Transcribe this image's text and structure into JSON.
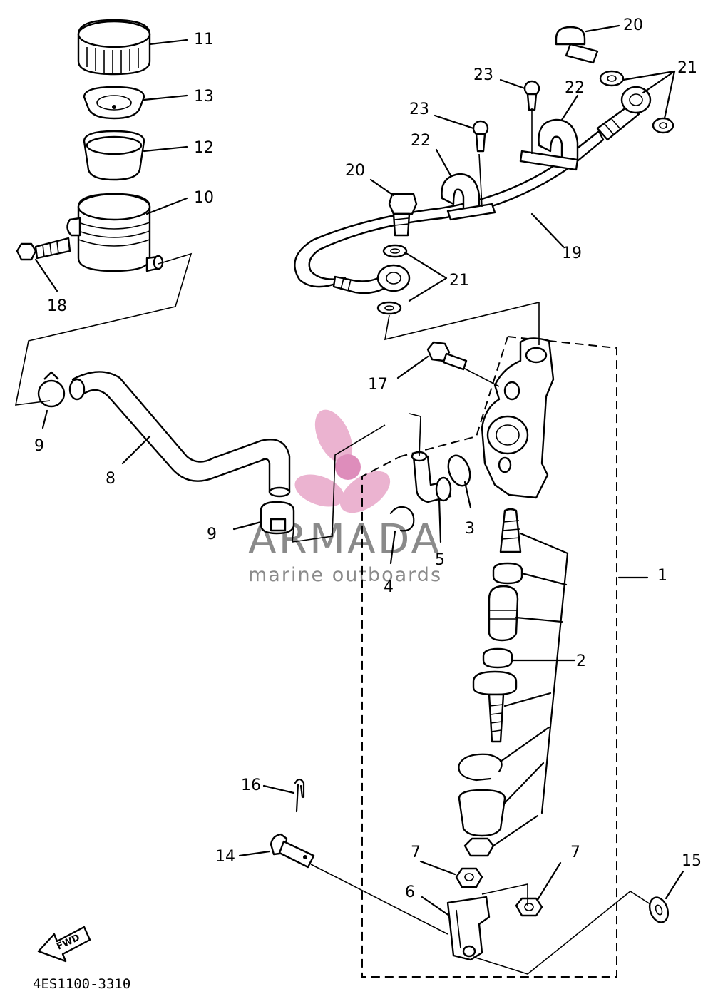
{
  "diagram": {
    "diagram_code": "4ES1100-3310",
    "fwd_label": "FWD"
  },
  "watermark": {
    "brand": "ARMADA",
    "tagline": "marine outboards",
    "accent_color": "#e8a6c8",
    "text_color": "#8a8a8a"
  },
  "callouts": {
    "c1": "1",
    "c2": "2",
    "c3": "3",
    "c4": "4",
    "c5": "5",
    "c6": "6",
    "c7a": "7",
    "c7b": "7",
    "c8": "8",
    "c9a": "9",
    "c9b": "9",
    "c10": "10",
    "c11": "11",
    "c12": "12",
    "c13": "13",
    "c14": "14",
    "c15": "15",
    "c16": "16",
    "c17": "17",
    "c18": "18",
    "c19": "19",
    "c20a": "20",
    "c20b": "20",
    "c21a": "21",
    "c21b": "21",
    "c22a": "22",
    "c22b": "22",
    "c23a": "23",
    "c23b": "23"
  }
}
